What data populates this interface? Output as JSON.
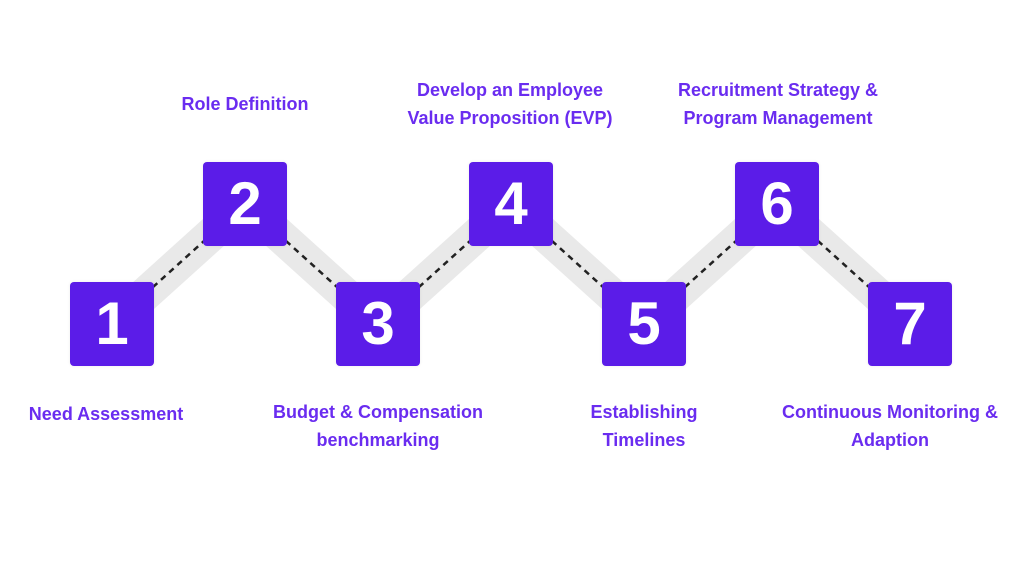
{
  "colors": {
    "box": "#5b1ce8",
    "label": "#6a2cf0",
    "connector_band": "#e9e9e9",
    "connector_dash": "#222222"
  },
  "steps": [
    {
      "number": "1",
      "label_lines": [
        "Need Assessment"
      ]
    },
    {
      "number": "2",
      "label_lines": [
        "Role Definition"
      ]
    },
    {
      "number": "3",
      "label_lines": [
        "Budget & Compensation",
        "benchmarking"
      ]
    },
    {
      "number": "4",
      "label_lines": [
        "Develop an Employee",
        "Value Proposition (EVP)"
      ]
    },
    {
      "number": "5",
      "label_lines": [
        "Establishing",
        "Timelines"
      ]
    },
    {
      "number": "6",
      "label_lines": [
        "Recruitment Strategy &",
        "Program Management"
      ]
    },
    {
      "number": "7",
      "label_lines": [
        "Continuous Monitoring &",
        "Adaption"
      ]
    }
  ]
}
